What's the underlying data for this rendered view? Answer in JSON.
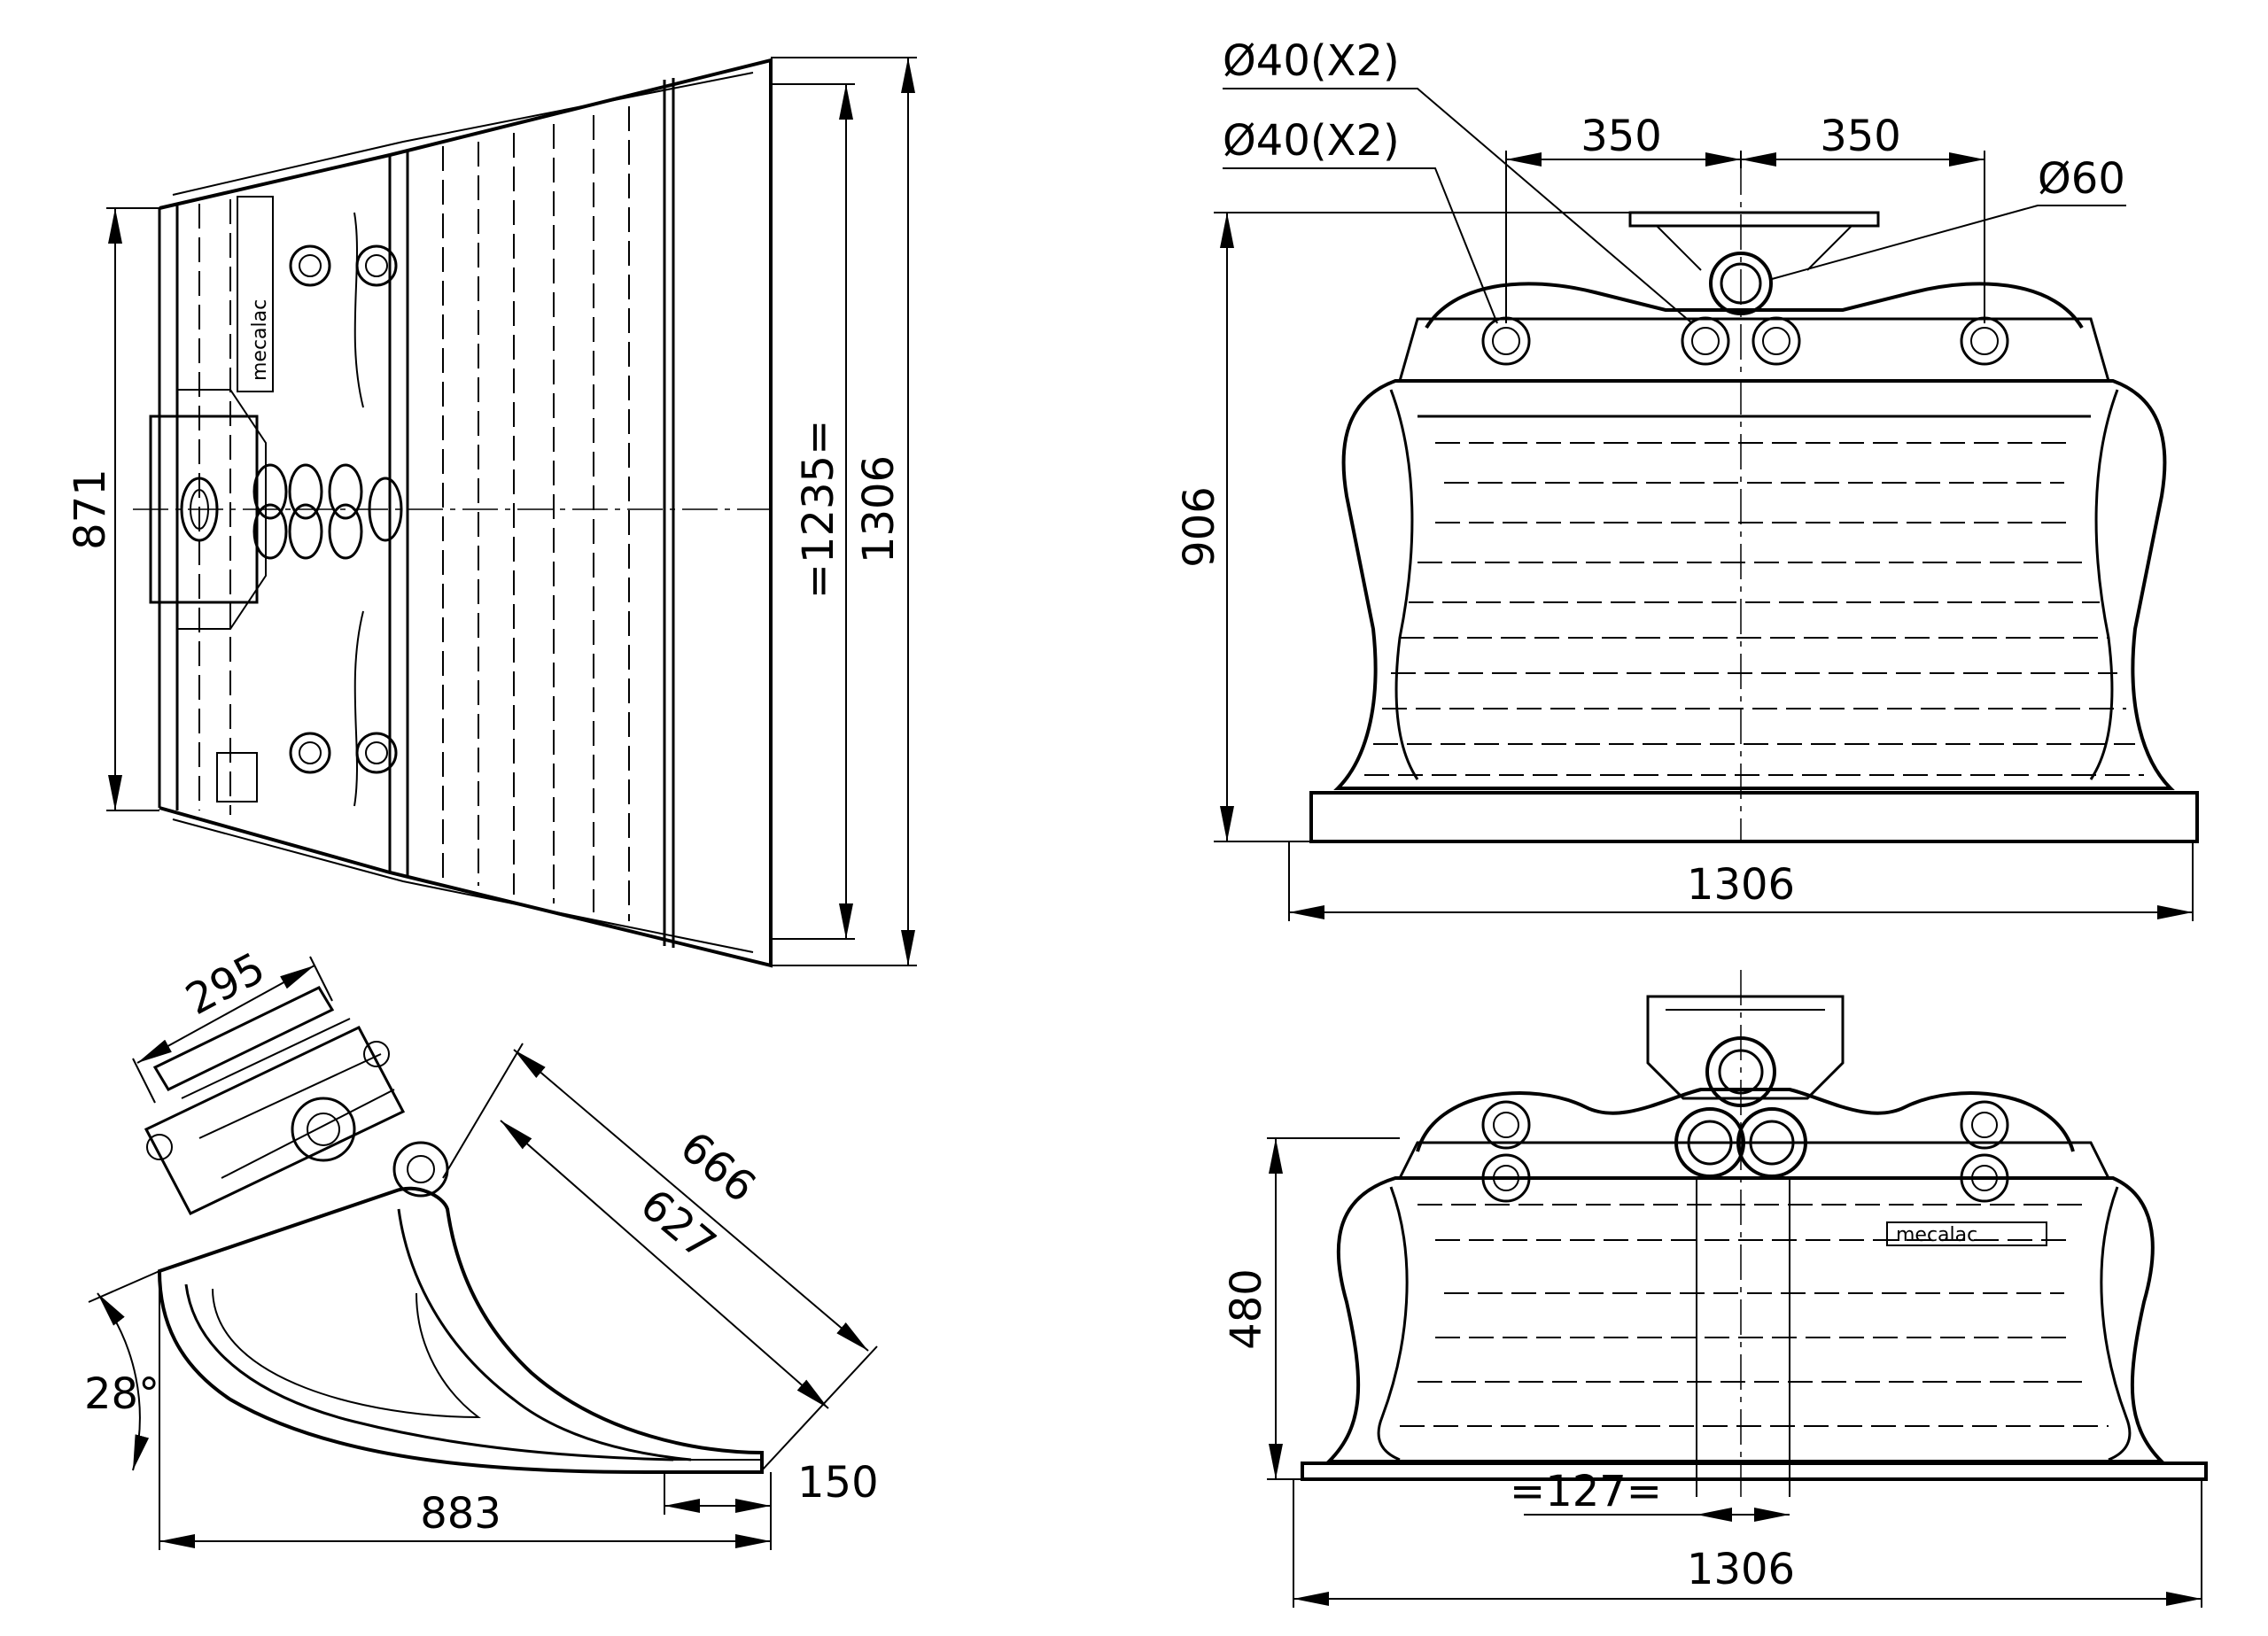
{
  "top_view": {
    "dim_width_inner": "871",
    "dim_width_mid": "=1235=",
    "dim_width_outer": "1306",
    "logo_text": "mecalac"
  },
  "front_view": {
    "hole_label_outer": "Ø40(X2)",
    "hole_label_inner": "Ø40(X2)",
    "hole_label_center": "Ø60",
    "spacing_left": "350",
    "spacing_right": "350",
    "height": "906",
    "width": "1306"
  },
  "side_view": {
    "plate_length": "295",
    "outer_length": "666",
    "inner_length": "627",
    "angle": "28°",
    "base_length": "883",
    "lip_length": "150"
  },
  "rear_view": {
    "height": "480",
    "center_spacing": "=127=",
    "width": "1306",
    "logo_text": "mecalac"
  }
}
